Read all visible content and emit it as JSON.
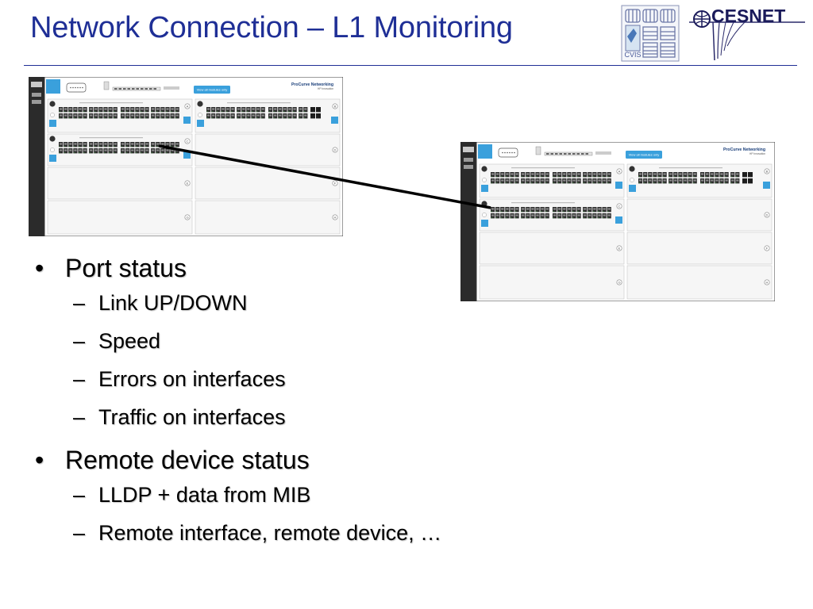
{
  "slide": {
    "title": "Network Connection – L1 Monitoring"
  },
  "logos": {
    "cvis_label": "CVIS",
    "cesnet_label": "CESNET"
  },
  "colors": {
    "title": "#1f2f96",
    "panel_dark": "#2b2b2b",
    "port_green": "#3a7d3a",
    "accent_blue": "#3aa0dc"
  },
  "bullets": [
    {
      "label": "Port status",
      "items": [
        "Link UP/DOWN",
        "Speed",
        "Errors on interfaces",
        "Traffic on interfaces"
      ]
    },
    {
      "label": "Remote device status",
      "items": [
        "LLDP + data from MIB",
        "Remote interface, remote device, …"
      ]
    }
  ],
  "switch_panel": {
    "brand": "ProCurve Networking",
    "brand_sub": "HP Innovation",
    "view_button": "View all modules only",
    "slots": [
      "A",
      "B",
      "C",
      "D",
      "E",
      "F",
      "G",
      "H"
    ]
  },
  "icons": [
    "bullet-dot",
    "dash",
    "hp-logo-icon",
    "rj45-port-icon",
    "connector-line"
  ]
}
